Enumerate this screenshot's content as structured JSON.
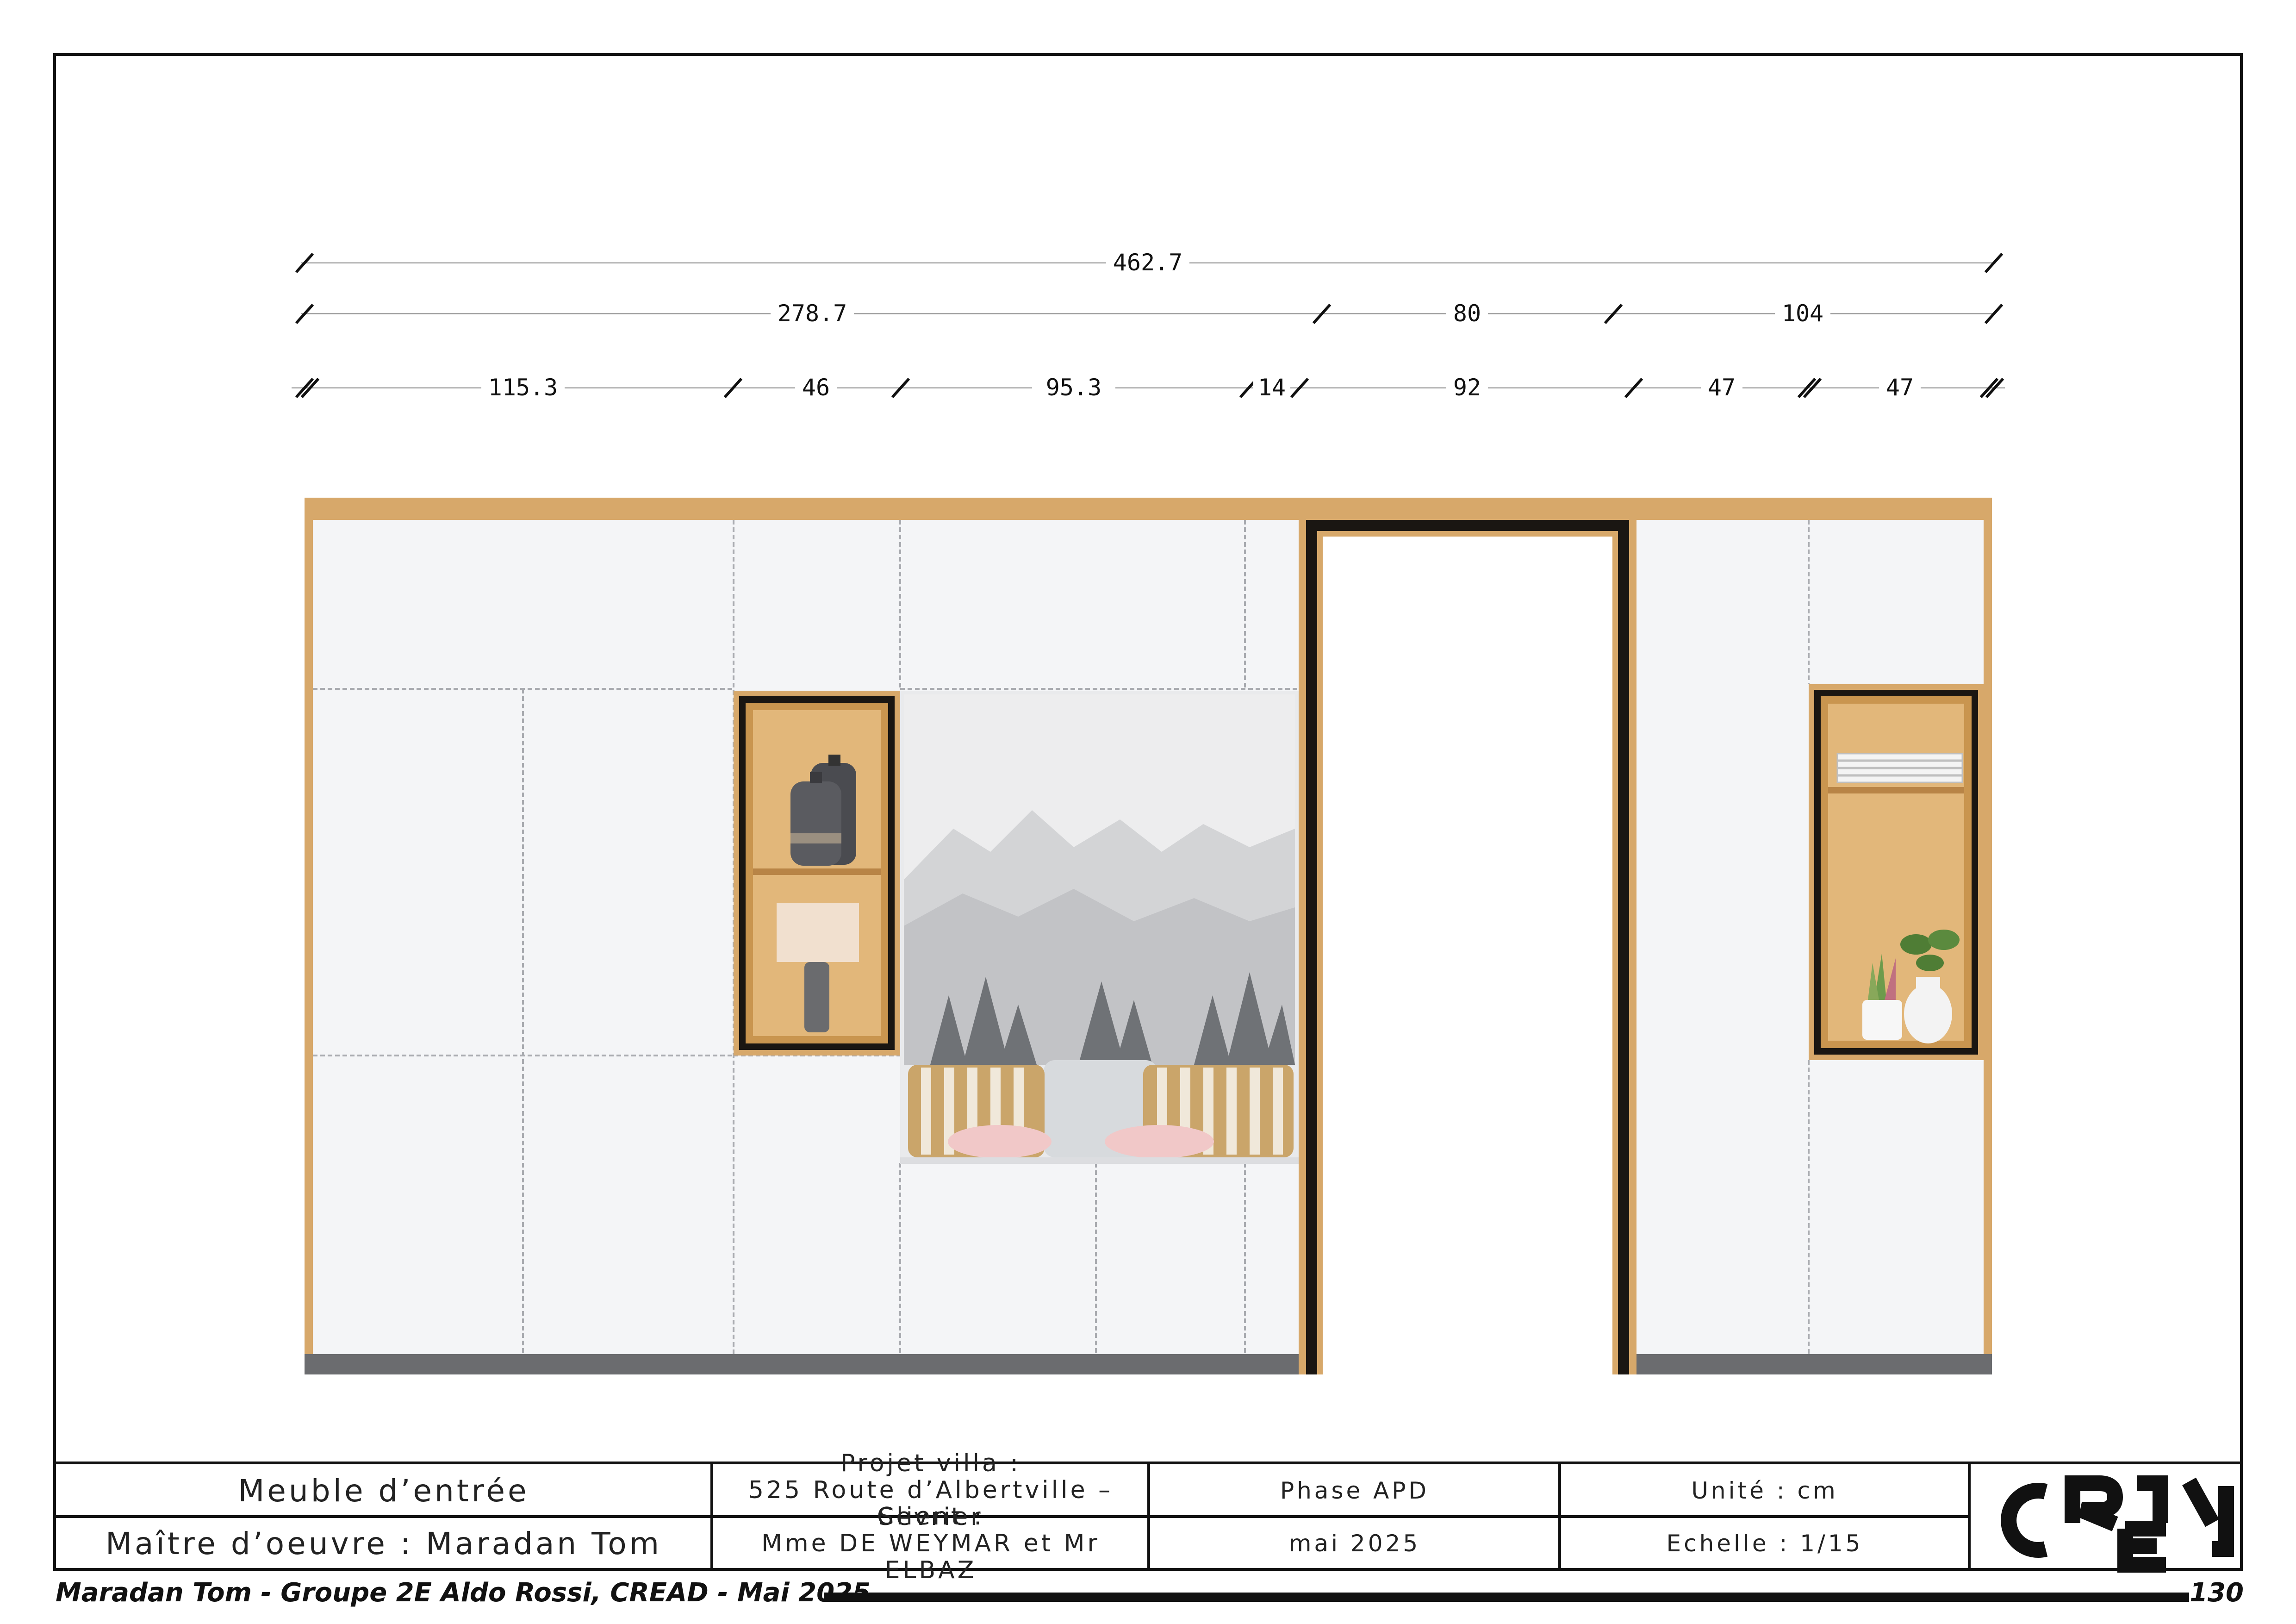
{
  "dimensions": {
    "overall": "462.7",
    "row2": [
      "278.7",
      "80",
      "104"
    ],
    "row3": [
      "115.3",
      "46",
      "95.3",
      "14",
      "92",
      "47",
      "47"
    ]
  },
  "title_block": {
    "title": "Meuble d’entrée",
    "architect": "Maître d’oeuvre : Maradan Tom",
    "project_label": "Projet villa :",
    "project_address": "525 Route d’Albertville – Sevrier",
    "client_label": "Client :",
    "client_names": "Mme DE WEYMAR et Mr ELBAZ",
    "phase": "Phase APD",
    "date": "mai 2025",
    "unit": "Unité : cm",
    "scale": "Echelle : 1/15",
    "logo_text": "CREAD"
  },
  "footer": {
    "credit": "Maradan Tom - Groupe 2E Aldo Rossi, CREAD - Mai 2025",
    "page_number": "130"
  },
  "colors": {
    "wood": "#d7a86a",
    "wood_dark": "#b88446",
    "panel": "#f4f5f7",
    "plinth": "#6b6c6f",
    "frame_black": "#1a1612",
    "niche_light": "#e2b77a",
    "border": "#111111"
  }
}
